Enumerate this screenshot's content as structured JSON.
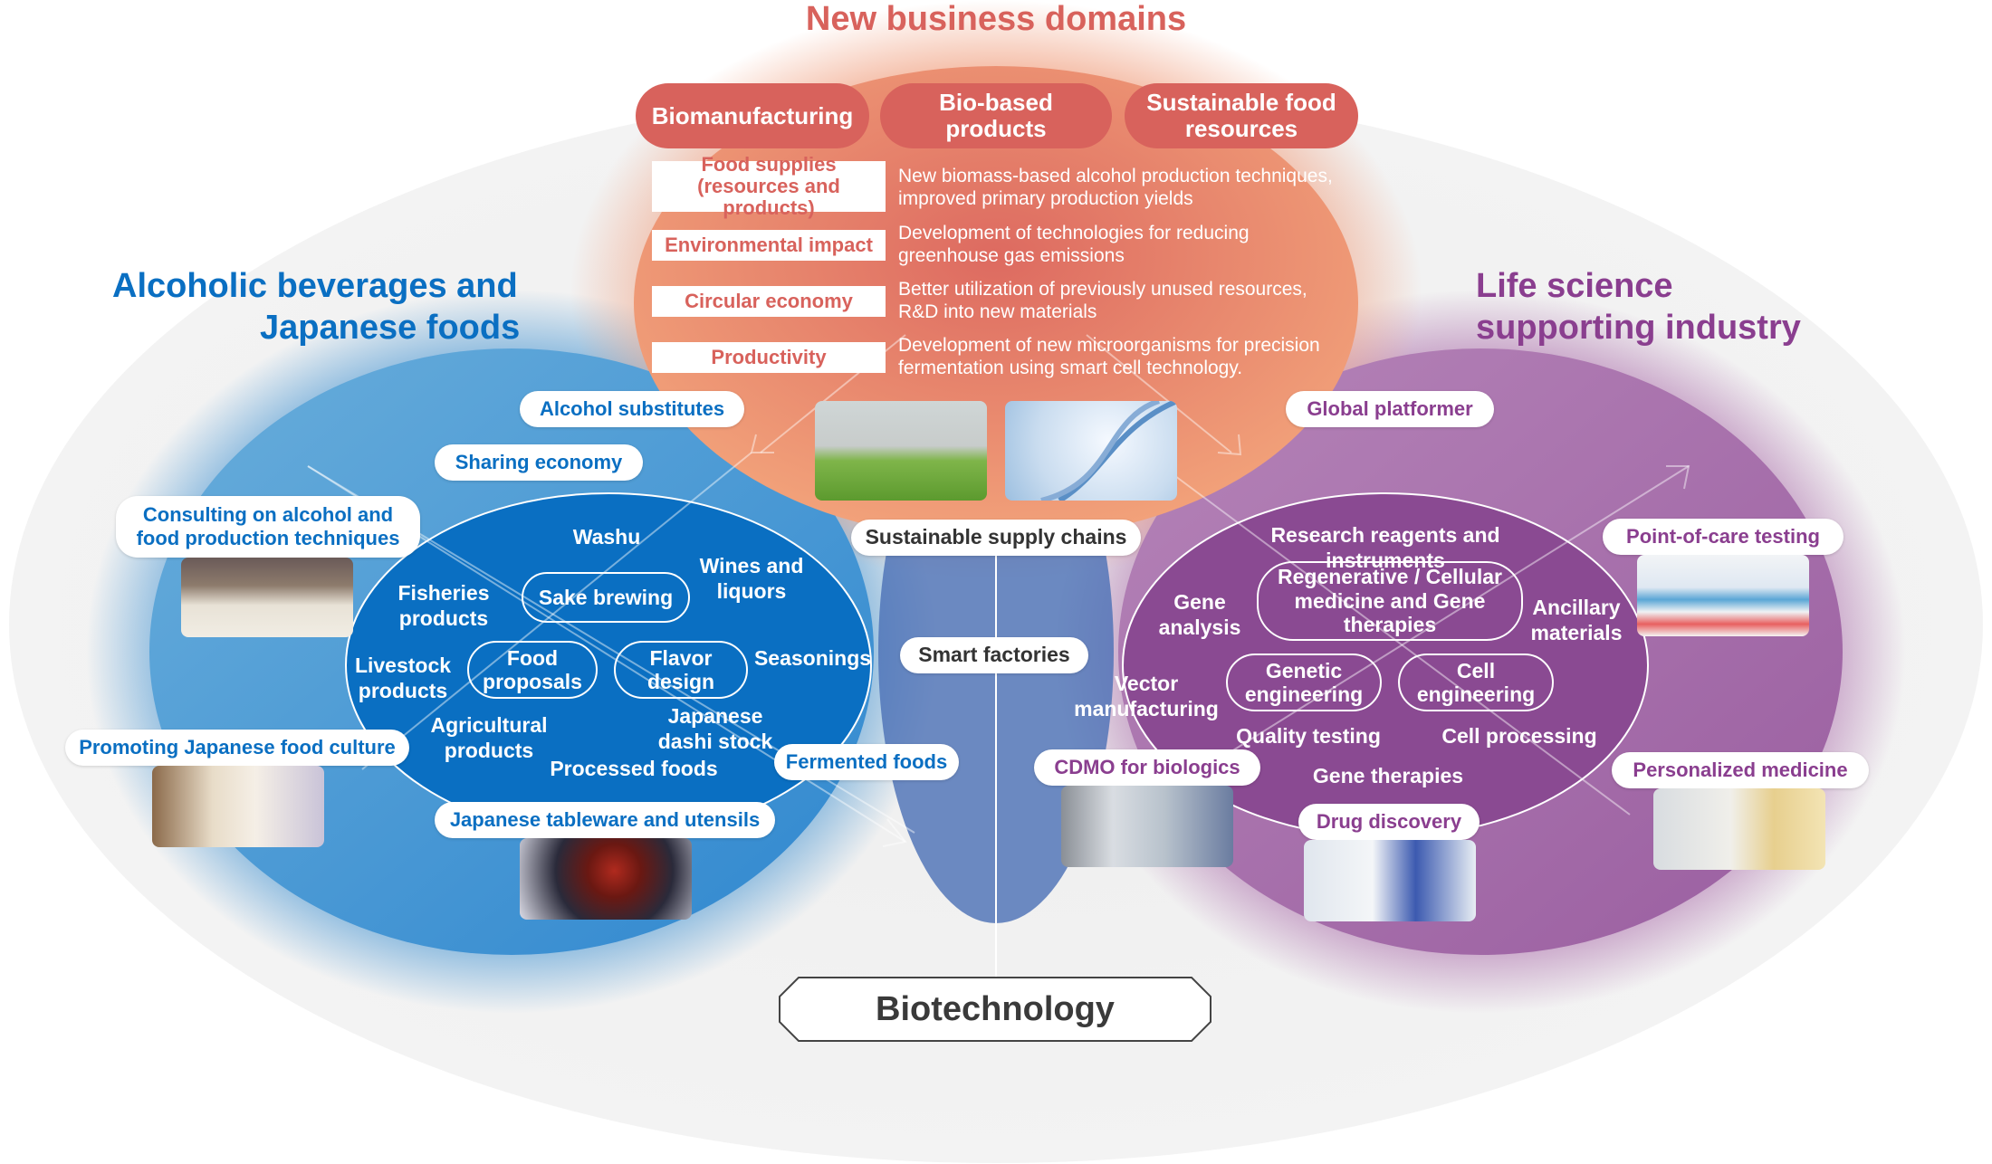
{
  "header": {
    "title": "New business domains"
  },
  "new_business": {
    "pills": [
      "Biomanufacturing",
      "Bio-based products",
      "Sustainable food resources"
    ],
    "rows": [
      {
        "label": "Food supplies (resources and products)",
        "description": "New biomass-based alcohol production techniques,  improved primary production yields"
      },
      {
        "label": "Environmental impact",
        "description": "Development of technologies for reducing greenhouse gas emissions"
      },
      {
        "label": "Circular economy",
        "description": "Better utilization of previously unused resources, R&D into new materials"
      },
      {
        "label": "Productivity",
        "description": "Development of new microorganisms for precision fermentation using smart cell technology."
      }
    ]
  },
  "alcohol": {
    "title_line1": "Alcoholic beverages and",
    "title_line2": "Japanese foods",
    "outer_pills": {
      "alcohol_substitutes": "Alcohol substitutes",
      "sharing_economy": "Sharing economy",
      "consulting": "Consulting on alcohol and food production techniques",
      "promoting": "Promoting Japanese food culture",
      "fermented": "Fermented foods",
      "tableware": "Japanese tableware and utensils"
    },
    "inner_labels": {
      "washu": "Washu",
      "wines": "Wines and liquors",
      "fisheries": "Fisheries products",
      "livestock": "Livestock products",
      "seasonings": "Seasonings",
      "agricultural": "Agricultural products",
      "dashi": "Japanese dashi stock",
      "processed": "Processed foods"
    },
    "core": [
      "Sake brewing",
      "Food proposals",
      "Flavor design"
    ]
  },
  "life_science": {
    "title_line1": "Life science",
    "title_line2": "supporting industry",
    "outer_pills": {
      "global": "Global platformer",
      "poc": "Point-of-care testing",
      "cdmo": "CDMO for biologics",
      "personalized": "Personalized medicine",
      "drug": "Drug discovery"
    },
    "inner_labels": {
      "research": "Research reagents and instruments",
      "gene_analysis": "Gene analysis",
      "ancillary": "Ancillary materials",
      "vector": "Vector manufacturing",
      "quality": "Quality testing",
      "cell_processing": "Cell processing",
      "gene_therapies": "Gene therapies"
    },
    "core": [
      "Regenerative / Cellular medicine and Gene therapies",
      "Genetic engineering",
      "Cell engineering"
    ]
  },
  "center": {
    "supply_chains": "Sustainable supply chains",
    "smart_factories": "Smart factories"
  },
  "foundation": {
    "label": "Biotechnology"
  },
  "colors": {
    "blue": "#0a6fc2",
    "purple": "#8a3e8f",
    "coral": "#d8625c",
    "orange": "#f2a27a"
  }
}
